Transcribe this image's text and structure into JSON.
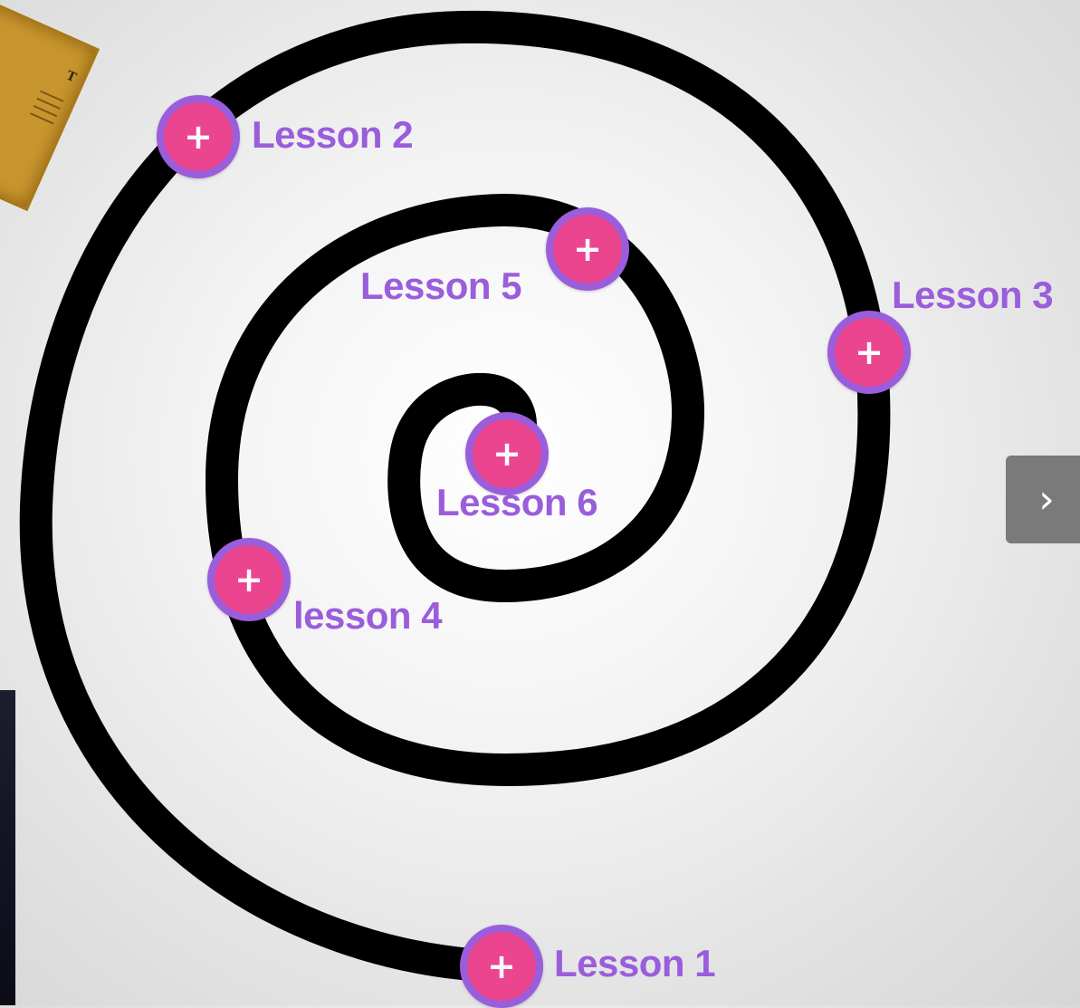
{
  "lessons": [
    {
      "label": "Lesson 1",
      "icon": "plus-icon",
      "glyph": "+"
    },
    {
      "label": "Lesson 2",
      "icon": "plus-icon",
      "glyph": "+"
    },
    {
      "label": "Lesson 3",
      "icon": "plus-icon",
      "glyph": "+"
    },
    {
      "label": "lesson 4",
      "icon": "plus-icon",
      "glyph": "+"
    },
    {
      "label": "Lesson 5",
      "icon": "plus-icon",
      "glyph": "+"
    },
    {
      "label": "Lesson 6",
      "icon": "plus-icon",
      "glyph": "+"
    }
  ],
  "navigation": {
    "next_glyph": "›",
    "next_icon": "chevron-right-icon"
  },
  "colors": {
    "hotspot_ring": "#9a5ddb",
    "hotspot_fill": "#eb4590",
    "label": "#9a5ddb",
    "spiral": "#000000",
    "next_button": "#7a7a7a"
  }
}
